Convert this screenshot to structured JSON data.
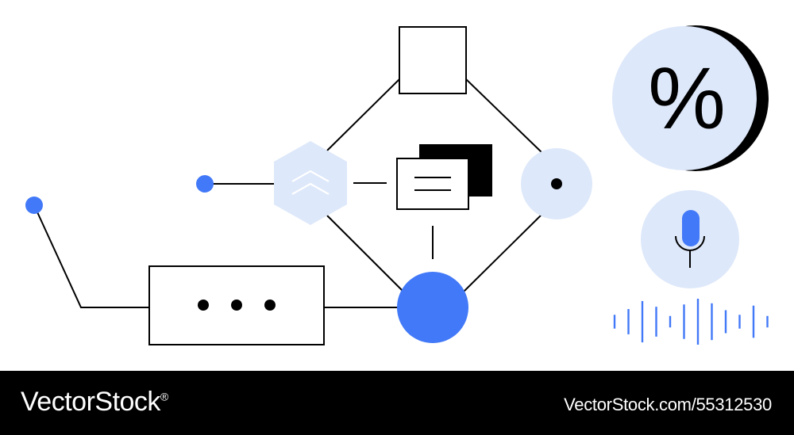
{
  "colors": {
    "accent": "#4279f8",
    "light_fill": "#dde8fa",
    "line": "#000000",
    "background": "#ffffff"
  },
  "diagram": {
    "percent_badge": {
      "symbol": "%",
      "icon": "percent-icon"
    },
    "microphone": {
      "icon": "microphone-icon"
    },
    "sound_wave": {
      "bar_heights": [
        0.3,
        0.55,
        0.9,
        0.65,
        0.25,
        0.75,
        1.0,
        0.8,
        0.5,
        0.3,
        0.7,
        0.25
      ]
    },
    "chat_window": {
      "icon": "document-window-icon"
    },
    "hexagon": {
      "icon": "double-chevron-up-icon"
    },
    "ellipsis_box": {
      "icon": "ellipsis-icon"
    }
  },
  "footer": {
    "brand": "VectorStock",
    "brand_mark": "®",
    "stock_id": "VectorStock.com/55312530"
  }
}
